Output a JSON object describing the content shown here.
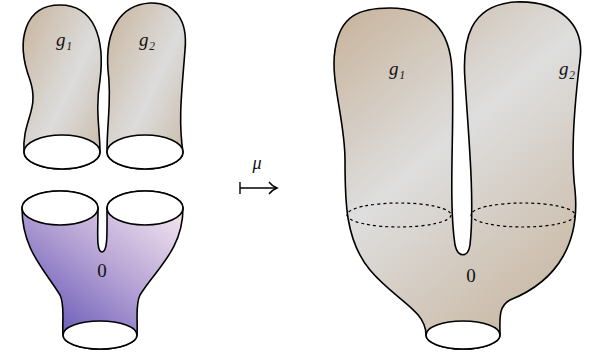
{
  "diagram": {
    "nodes": [
      {
        "text": [
          "g₁"
        ]
      },
      {
        "text": [
          "g₂"
        ]
      },
      {
        "text": [
          "0"
        ]
      },
      {
        "text": [
          "g₁",
          "g₂",
          "0"
        ]
      }
    ],
    "labels": [
      "μ"
    ]
  }
}
